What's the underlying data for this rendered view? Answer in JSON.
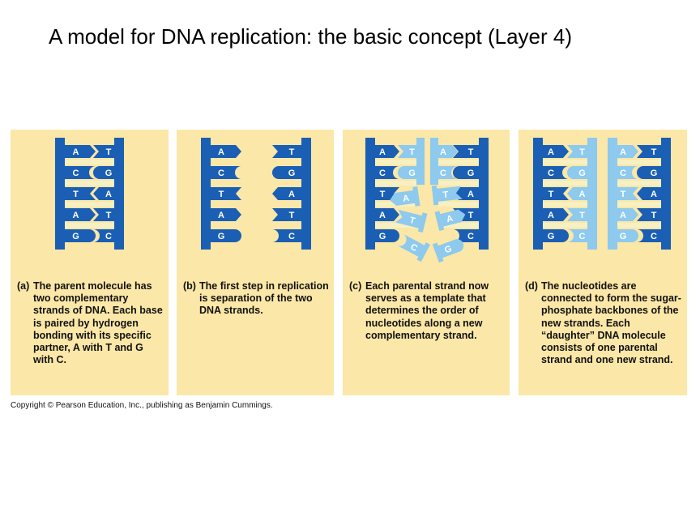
{
  "title": "A model for DNA replication: the basic concept (Layer 4)",
  "copyright": "Copyright © Pearson Education, Inc., publishing as Benjamin Cummings.",
  "colors": {
    "panel_bg": "#fbe7a7",
    "parent_strand": "#1a5fb4",
    "new_strand": "#8ec9ee",
    "rung": "#f6f0c2"
  },
  "panels": [
    {
      "letter": "(a)",
      "caption": "The parent molecule has two complementary strands of DNA. Each base is paired by hydrogen bonding with its specific partner, A with T and G with C.",
      "left_bases": [
        "A",
        "C",
        "T",
        "A",
        "G"
      ],
      "right_bases": [
        "T",
        "G",
        "A",
        "T",
        "C"
      ]
    },
    {
      "letter": "(b)",
      "caption": "The first step in replication is separation of the two DNA strands.",
      "left_bases": [
        "A",
        "C",
        "T",
        "A",
        "G"
      ],
      "right_bases": [
        "T",
        "G",
        "A",
        "T",
        "C"
      ]
    },
    {
      "letter": "(c)",
      "caption": "Each parental strand now serves as a template that determines the order of nucleotides along a new complementary strand.",
      "left_parent_bases": [
        "A",
        "C",
        "T",
        "A",
        "G"
      ],
      "left_new_bases": [
        "T",
        "G",
        "A",
        "T",
        "C"
      ],
      "right_new_bases": [
        "A",
        "C",
        "T",
        "A",
        "G"
      ],
      "right_parent_bases": [
        "T",
        "G",
        "A",
        "T",
        "C"
      ]
    },
    {
      "letter": "(d)",
      "caption": "The nucleotides are connected to form the sugar-phosphate backbones of the new strands. Each “daughter” DNA molecule consists of one parental strand and one new strand.",
      "left_parent_bases": [
        "A",
        "C",
        "T",
        "A",
        "G"
      ],
      "left_new_bases": [
        "T",
        "G",
        "A",
        "T",
        "C"
      ],
      "right_new_bases": [
        "A",
        "C",
        "T",
        "A",
        "G"
      ],
      "right_parent_bases": [
        "T",
        "G",
        "A",
        "T",
        "C"
      ]
    }
  ]
}
